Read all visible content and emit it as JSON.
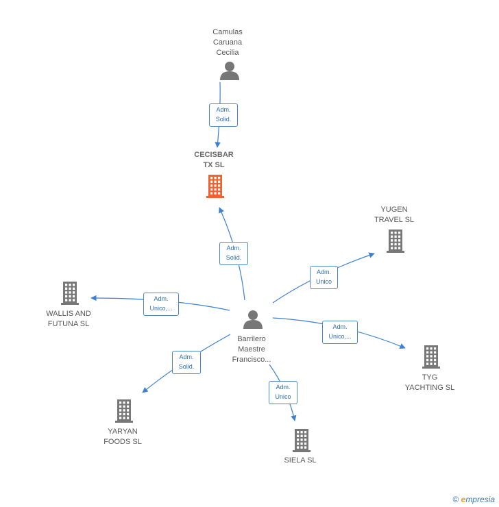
{
  "nodes": {
    "camulas": {
      "lines": [
        "Camulas",
        "Caruana",
        "Cecilia"
      ],
      "kind": "person"
    },
    "cecisbar": {
      "lines": [
        "CECISBAR",
        "TX  SL"
      ],
      "kind": "company-main"
    },
    "yugen": {
      "lines": [
        "YUGEN",
        "TRAVEL  SL"
      ],
      "kind": "company"
    },
    "wallis": {
      "lines": [
        "WALLIS AND",
        "FUTUNA  SL"
      ],
      "kind": "company"
    },
    "barrilero": {
      "lines": [
        "Barrilero",
        "Maestre",
        "Francisco..."
      ],
      "kind": "person"
    },
    "tyg": {
      "lines": [
        "TYG",
        "YACHTING  SL"
      ],
      "kind": "company"
    },
    "yaryan": {
      "lines": [
        "YARYAN",
        "FOODS  SL"
      ],
      "kind": "company"
    },
    "siela": {
      "lines": [
        "SIELA  SL"
      ],
      "kind": "company"
    }
  },
  "edges": [
    {
      "from": "camulas",
      "to": "cecisbar",
      "lines": [
        "Adm.",
        "Solid."
      ]
    },
    {
      "from": "barrilero",
      "to": "cecisbar",
      "lines": [
        "Adm.",
        "Solid."
      ]
    },
    {
      "from": "barrilero",
      "to": "yugen",
      "lines": [
        "Adm.",
        "Unico"
      ]
    },
    {
      "from": "barrilero",
      "to": "wallis",
      "lines": [
        "Adm.",
        "Unico,..."
      ]
    },
    {
      "from": "barrilero",
      "to": "tyg",
      "lines": [
        "Adm.",
        "Unico,..."
      ]
    },
    {
      "from": "barrilero",
      "to": "yaryan",
      "lines": [
        "Adm.",
        "Solid."
      ]
    },
    {
      "from": "barrilero",
      "to": "siela",
      "lines": [
        "Adm.",
        "Unico"
      ]
    }
  ],
  "footer": {
    "copyright": "©",
    "brand_first": "e",
    "brand_rest": "mpresia"
  },
  "colors": {
    "edge": "#3d7fd1",
    "person": "#777777",
    "company": "#777777",
    "main_company": "#f0622f"
  },
  "icons": {
    "person": "person-icon",
    "company": "building-icon"
  }
}
